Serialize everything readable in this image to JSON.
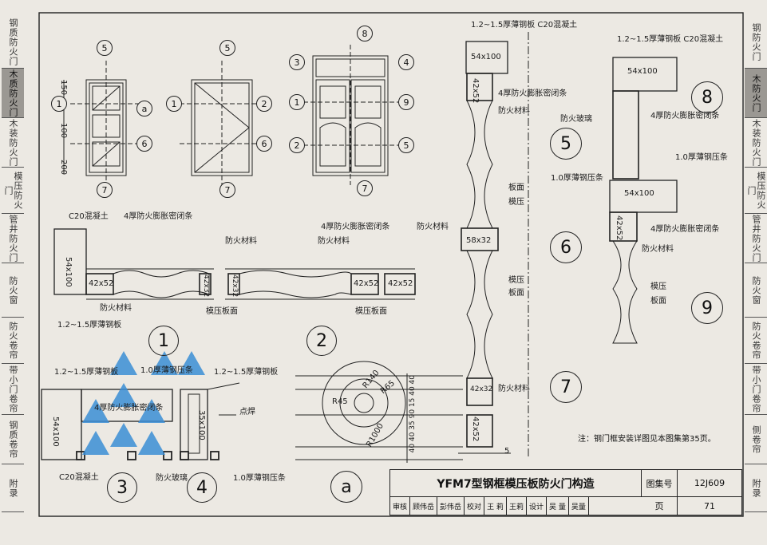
{
  "left_tabs": [
    "钢质防火门",
    "木质防火门",
    "木装防火门",
    "模压防火门",
    "管井防火门",
    "防火窗",
    "防火卷帘",
    "带小门卷帘",
    "钢质卷帘",
    "附录"
  ],
  "right_tabs": [
    "钢防火门",
    "木防火门",
    "木装防火门",
    "模压防火门",
    "管井防火门",
    "防火窗",
    "防火卷帘",
    "带小门卷帘",
    "侧卷帘",
    "附录"
  ],
  "active_tab_index": 1,
  "markers": {
    "m5a": "5",
    "m1a": "1",
    "ma": "a",
    "m6a": "6",
    "m7a": "7",
    "m5b": "5",
    "m1b": "1",
    "m2b": "2",
    "m6b": "6",
    "m7b": "7",
    "m8c": "8",
    "m3c": "3",
    "m4c": "4",
    "m1c": "1",
    "m9c": "9",
    "m2c": "2",
    "m5c": "5",
    "m7c": "7"
  },
  "dims": {
    "d150": "150",
    "d100": "100",
    "d200": "200"
  },
  "section_circles": {
    "c1": "1",
    "c2": "2",
    "c3": "3",
    "c4": "4",
    "ca": "a",
    "c5": "5",
    "c6": "6",
    "c7": "7",
    "c8": "8",
    "c9": "9"
  },
  "labels": {
    "c20_a": "C20混凝土",
    "strip_a": "4厚防火膨胀密闭条",
    "size_54x100_a": "54x100",
    "size_42x52_a": "42x52",
    "size_42x32_a": "42x32",
    "fire_mat_a": "防火材料",
    "fire_mat_b": "防火材料",
    "press_face_a": "模压板面",
    "steel_plate_a": "1.2~1.5厚薄钢板",
    "strip_b": "4厚防火膨胀密闭条",
    "fire_mat_c": "防火材料",
    "size_42x32_b": "42x32",
    "size_42x52_b": "42x52",
    "size_42x52_c": "42x52",
    "press_face_b": "模压板面",
    "steel_plate_b": "1.2~1.5厚薄钢板",
    "press_strip_a": "1.0厚薄钢压条",
    "steel_plate_c": "1.2~1.5厚薄钢板",
    "strip_c": "4厚防火膨胀密闭条",
    "size_54x100_b": "54x100",
    "size_35x100": "35x100",
    "spot_weld": "点焊",
    "c20_b": "C20混凝土",
    "fire_glass_a": "防火玻璃",
    "press_strip_b": "1.0厚薄钢压条",
    "r45": "R45",
    "r140": "R140",
    "r65": "R65",
    "r1000": "R1000",
    "dim_chain": "40 40 35 90 15 40 40",
    "top_mid": "1.2~1.5厚薄钢板  C20混凝土",
    "size_54x100_c": "54x100",
    "strip_d": "4厚防火膨胀密闭条",
    "size_42x52_d": "42x52",
    "fire_mat_d": "防火材料",
    "board_face": "板面",
    "mold_press_a": "模压",
    "fire_mat_e": "防火材料",
    "size_58x32": "58x32",
    "mold_press_b": "模压",
    "board_b": "板面",
    "size_42x32_c": "42x32",
    "fire_mat_f": "防火材料",
    "size_42x52_e": "42x52",
    "dim_5": "5",
    "top_right": "1.2~1.5厚薄钢板    C20混凝土",
    "size_54x100_d": "54x100",
    "fire_glass_b": "防火玻璃",
    "strip_e": "4厚防火膨胀密闭条",
    "press_strip_c": "1.0厚薄钢压条",
    "press_strip_d": "1.0厚薄钢压条",
    "size_54x100_e": "54x100",
    "size_42x52_f": "42x52",
    "strip_f": "4厚防火膨胀密闭条",
    "fire_mat_g": "防火材料",
    "mold_press_c": "模压",
    "board_c": "板面"
  },
  "note": "注：钢门框安装详图见本图集第35页。",
  "title_block": {
    "title": "YFM7型钢框模压板防火门构造",
    "atlas_label": "图集号",
    "atlas_no": "12J609",
    "row2": [
      "审核",
      "顾伟岳",
      "彭伟岳",
      "校对",
      "王 莉",
      "王莉",
      "设计",
      "吴 量",
      "吴量"
    ],
    "page_label": "页",
    "page_no": "71"
  },
  "colors": {
    "paper": "#ece9e3",
    "ink": "#222222",
    "tab_active": "#9b9893",
    "watermark": "#3b8fd6"
  }
}
